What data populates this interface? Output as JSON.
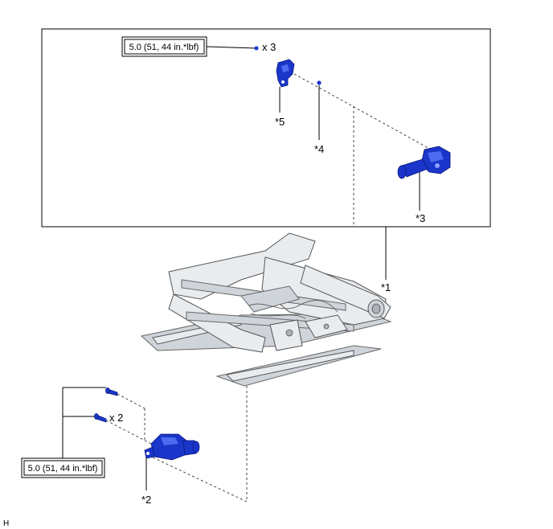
{
  "labels": {
    "part1": "*1",
    "part2": "*2",
    "part3": "*3",
    "part4": "*4",
    "part5": "*5"
  },
  "torque": {
    "top": "5.0 (51, 44 in.*lbf)",
    "bottom": "5.0 (51, 44 in.*lbf)"
  },
  "quantities": {
    "top": "x 3",
    "bottom": "x 2"
  },
  "corner_mark": "H",
  "colors": {
    "part_blue": "#1a35c9",
    "frame_gray": "#e9ecef"
  }
}
